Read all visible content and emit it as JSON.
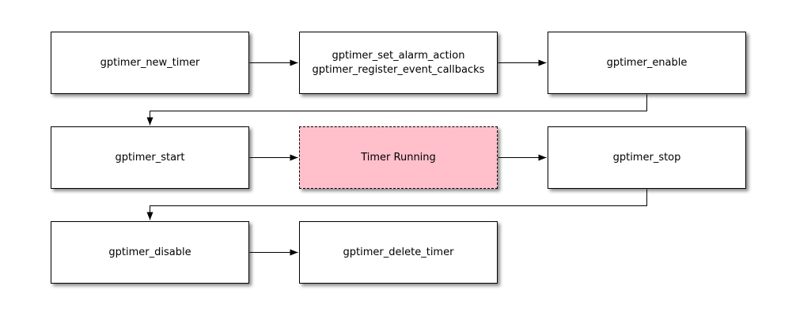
{
  "diagram": {
    "type": "flowchart",
    "colors": {
      "background": "#ffffff",
      "node_fill": "#ffffff",
      "node_border": "#000000",
      "highlight_fill": "#ffc0cb",
      "connector": "#000000"
    },
    "nodes": [
      {
        "id": "gptimer_new_timer",
        "label": "gptimer_new_timer",
        "row": 1,
        "col": 1,
        "style": "solid"
      },
      {
        "id": "gptimer_set_alarm_action",
        "label": "gptimer_set_alarm_action\ngptimer_register_event_callbacks",
        "row": 1,
        "col": 2,
        "style": "solid"
      },
      {
        "id": "gptimer_enable",
        "label": "gptimer_enable",
        "row": 1,
        "col": 3,
        "style": "solid"
      },
      {
        "id": "gptimer_start",
        "label": "gptimer_start",
        "row": 2,
        "col": 1,
        "style": "solid"
      },
      {
        "id": "timer_running",
        "label": "Timer Running",
        "row": 2,
        "col": 2,
        "style": "dashed-highlight"
      },
      {
        "id": "gptimer_stop",
        "label": "gptimer_stop",
        "row": 2,
        "col": 3,
        "style": "solid"
      },
      {
        "id": "gptimer_disable",
        "label": "gptimer_disable",
        "row": 3,
        "col": 1,
        "style": "solid"
      },
      {
        "id": "gptimer_delete_timer",
        "label": "gptimer_delete_timer",
        "row": 3,
        "col": 2,
        "style": "solid"
      }
    ],
    "edges": [
      {
        "from": "gptimer_new_timer",
        "to": "gptimer_set_alarm_action"
      },
      {
        "from": "gptimer_set_alarm_action",
        "to": "gptimer_enable"
      },
      {
        "from": "gptimer_enable",
        "to": "gptimer_start"
      },
      {
        "from": "gptimer_start",
        "to": "timer_running"
      },
      {
        "from": "timer_running",
        "to": "gptimer_stop"
      },
      {
        "from": "gptimer_stop",
        "to": "gptimer_disable"
      },
      {
        "from": "gptimer_disable",
        "to": "gptimer_delete_timer"
      }
    ]
  }
}
